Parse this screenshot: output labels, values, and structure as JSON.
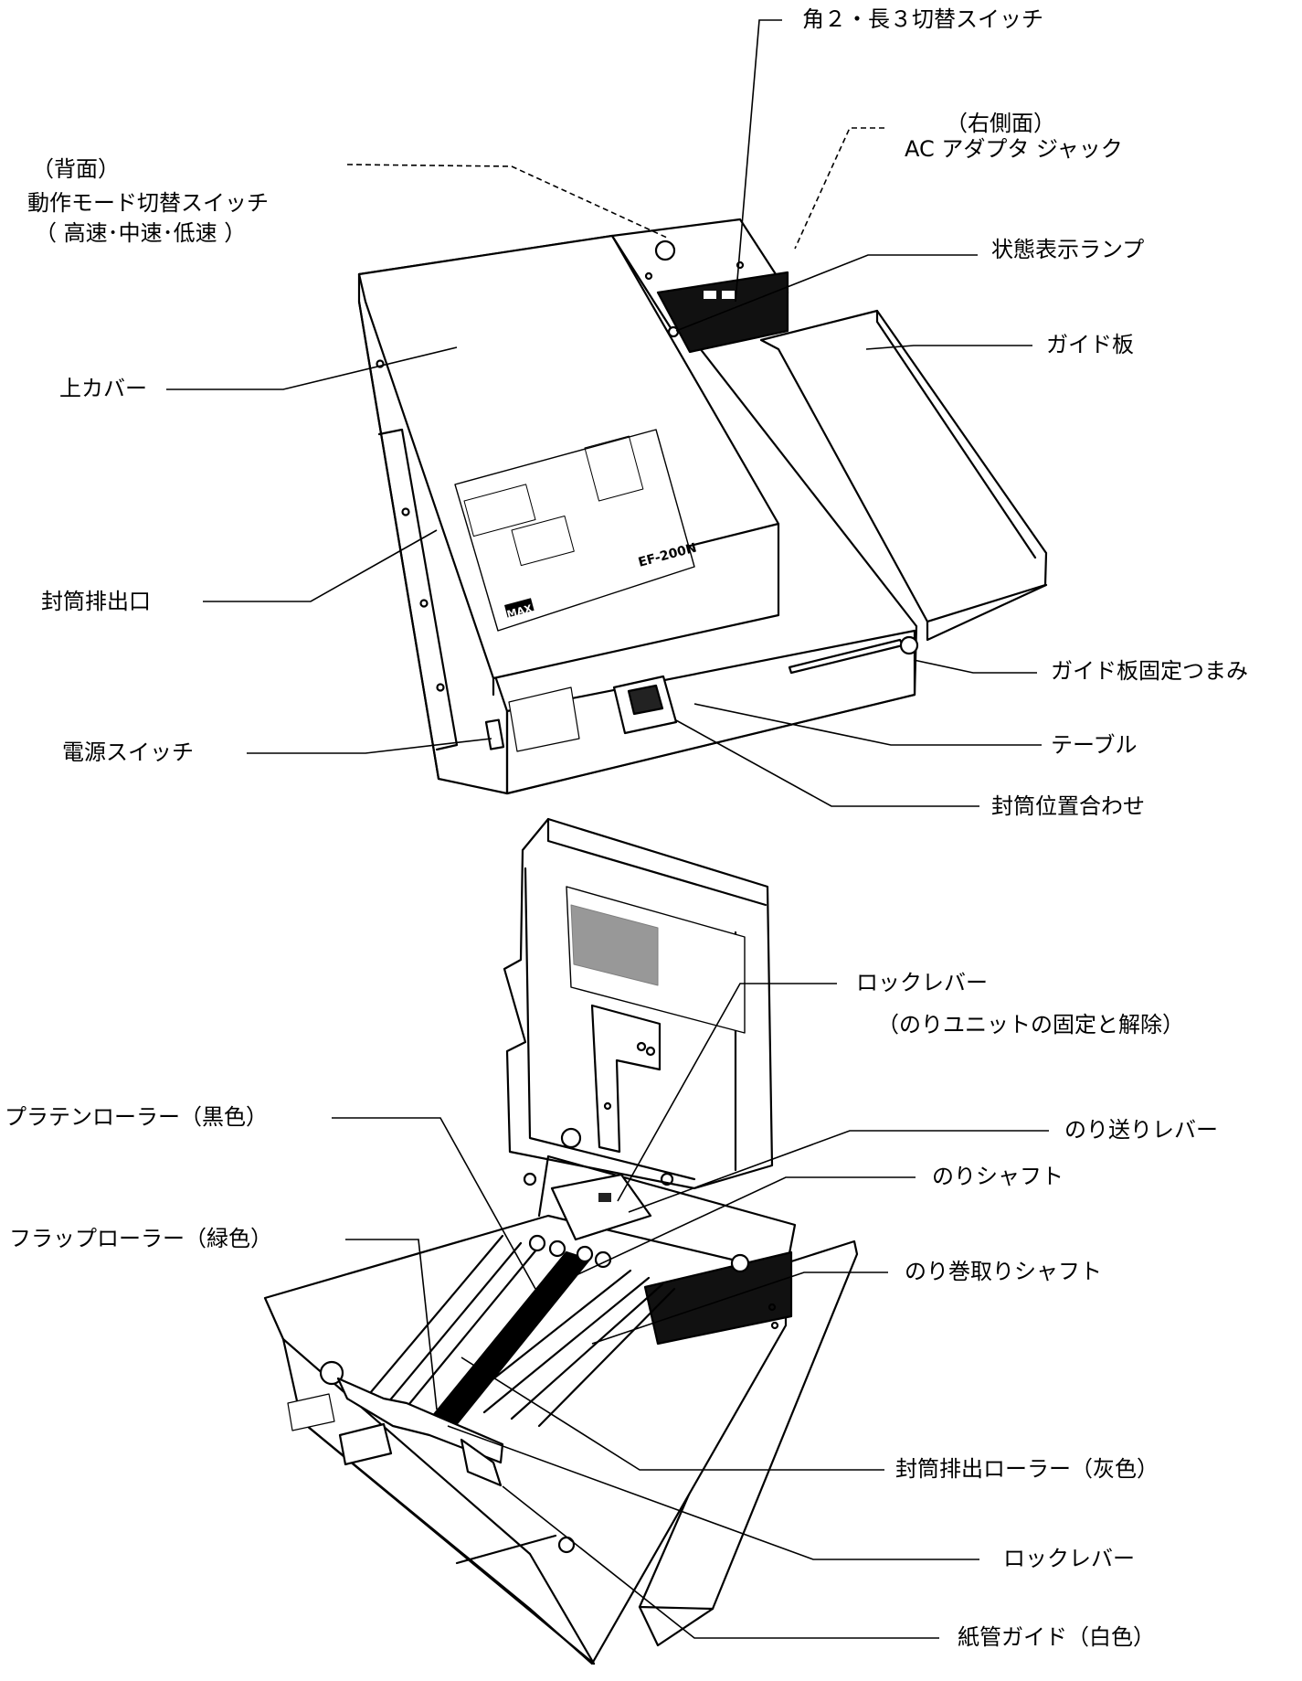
{
  "labels": {
    "kaku2_switch": "角２・長３切替スイッチ",
    "right_side": "（右側面）",
    "ac_jack": "AC アダプタ ジャック",
    "back_side": "（背面）",
    "mode_switch": "動作モード切替スイッチ",
    "mode_speeds": "（ 高速･中速･低速 ）",
    "status_lamp": "状態表示ランプ",
    "top_cover": "上カバー",
    "guide_plate": "ガイド板",
    "envelope_outlet": "封筒排出口",
    "guide_knob": "ガイド板固定つまみ",
    "table": "テーブル",
    "power_switch": "電源スイッチ",
    "envelope_align": "封筒位置合わせ",
    "lock_lever_1": "ロックレバー",
    "lock_lever_1_note": "（のりユニットの固定と解除）",
    "glue_feed_lever": "のり送りレバー",
    "platen_roller": "プラテンローラー（黒色）",
    "glue_shaft": "のりシャフト",
    "flap_roller": "フラップローラー（緑色）",
    "glue_takeup_shaft": "のり巻取りシャフト",
    "exit_roller": "封筒排出ローラー（灰色）",
    "lock_lever_2": "ロックレバー",
    "paper_tube_guide": "紙管ガイド（白色）"
  },
  "device": {
    "model": "EF-200N",
    "brand": "MAX"
  }
}
